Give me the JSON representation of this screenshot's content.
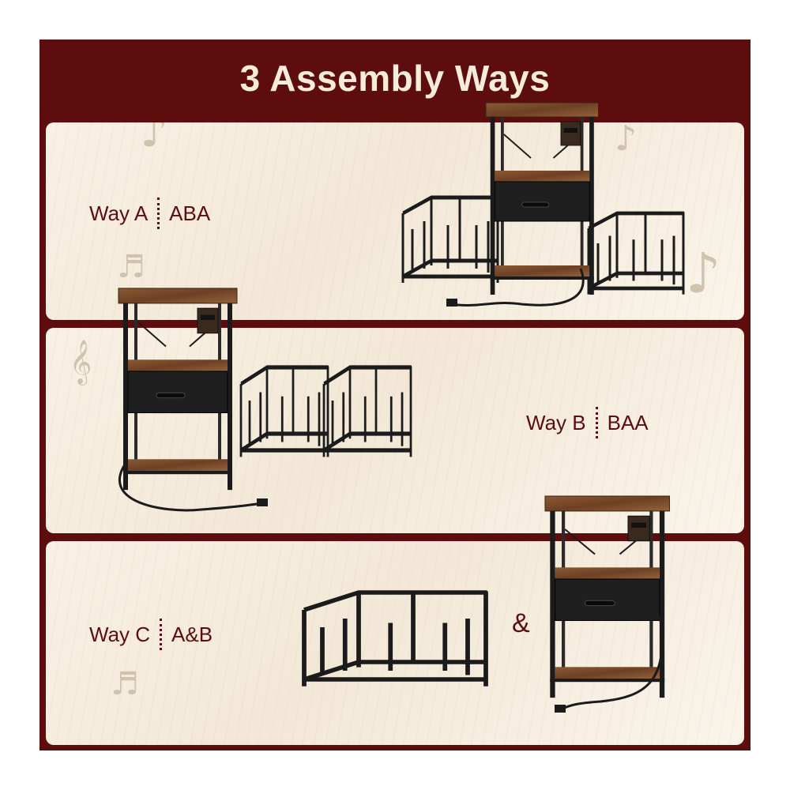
{
  "title": "3 Assembly Ways",
  "colors": {
    "brand": "#5e0d0e",
    "panel": "#f5ecdd",
    "wood": "#7a4a2a",
    "metal": "#1b1b1b"
  },
  "icons": [
    "music-note-icon",
    "treble-clef-icon"
  ],
  "ways": [
    {
      "label": "Way A",
      "code": "ABA"
    },
    {
      "label": "Way B",
      "code": "BAA"
    },
    {
      "label": "Way C",
      "code": "A&B"
    }
  ],
  "amp": "&"
}
